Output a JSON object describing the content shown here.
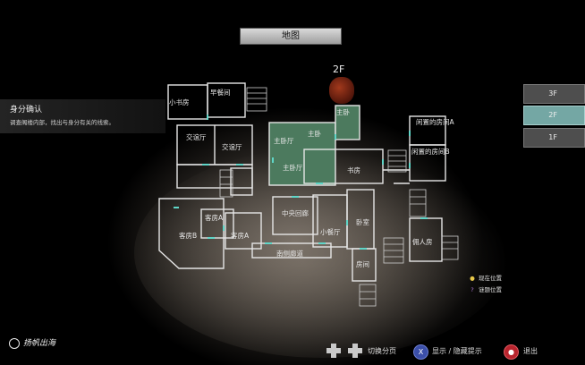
{
  "map": {
    "title": "地图",
    "current_floor_label": "2F",
    "rooms": {
      "xiaoshufang": "小书房",
      "zaocanjian": "早餐间",
      "zhuwo_top": "主卧",
      "xianzhi_a": "闲置的房间A",
      "jiaoyiting_1": "交谊厅",
      "jiaoyiting_2": "交谊厅",
      "zhuwo_ting": "主卧厅",
      "zhuwo_mid": "主卧",
      "zhuwo_ting2": "主卧厅",
      "xianzhi_b": "闲置的房间B",
      "shufang": "书房",
      "kefang_a_top": "客房A",
      "zhongyang": "中央回廊",
      "kefang_b": "客房B",
      "kefang_a": "客房A",
      "xiaocanting": "小餐厅",
      "woshi": "卧室",
      "yongren": "佣人房",
      "nance": "南侧廊道",
      "fangjian": "房间"
    }
  },
  "objective": {
    "title": "身分确认",
    "description": "调查阁楼内部，找出与身分有关的线索。"
  },
  "floors": [
    {
      "label": "3F",
      "active": false
    },
    {
      "label": "2F",
      "active": true
    },
    {
      "label": "1F",
      "active": false
    }
  ],
  "legend": {
    "current": "现在位置",
    "puzzle": "谜题位置",
    "current_color": "#e8c84a",
    "puzzle_color": "#b07ad8"
  },
  "watermark": "扬帆出海",
  "hints": {
    "switch_page": "切换分页",
    "toggle_hint": "显示 / 隐藏提示",
    "exit": "退出",
    "toggle_button": "X",
    "toggle_color": "#3b4fa8",
    "exit_color": "#b8242d"
  },
  "colors": {
    "highlight_room": "#4c7a5e",
    "wall": "#e6e6e6",
    "door": "#5fd6c8"
  }
}
